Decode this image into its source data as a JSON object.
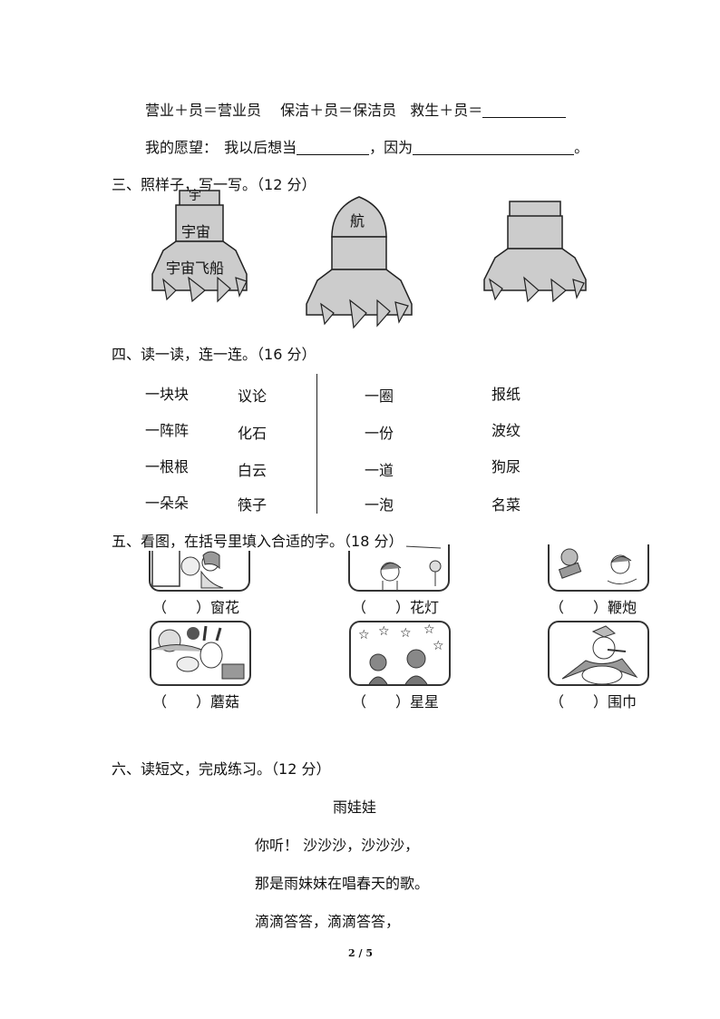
{
  "part2": {
    "line1": {
      "a": "营业＋员＝营业员",
      "b": "保洁＋员＝保洁员",
      "c": "救生＋员＝"
    },
    "line2": {
      "prefix": "我的愿望：",
      "text1": "我以后想当",
      "text2": "，因为",
      "end": "。"
    }
  },
  "section3": {
    "title": "三、照样子，写一写。",
    "score": "（12 分）",
    "rocket1": {
      "top": "宇",
      "mid": "宇宙",
      "bottom": "宇宙飞船"
    },
    "rocket2": {
      "top": "航"
    }
  },
  "section4": {
    "title": "四、读一读，连一连。",
    "score": "（16 分）",
    "col1": [
      "一块块",
      "一阵阵",
      "一根根",
      "一朵朵"
    ],
    "col2": [
      "议论",
      "化石",
      "白云",
      "筷子"
    ],
    "col3": [
      "一圈",
      "一份",
      "一道",
      "一泡"
    ],
    "col4": [
      "报纸",
      "波纹",
      "狗尿",
      "名菜"
    ]
  },
  "section5": {
    "title": "五、看图，在括号里填入合适的字。",
    "score": "（18 分）",
    "items": [
      {
        "paren": "（　　）",
        "word": "窗花"
      },
      {
        "paren": "（　　）",
        "word": "花灯"
      },
      {
        "paren": "（　　）",
        "word": "鞭炮"
      },
      {
        "paren": "（　　）",
        "word": "蘑菇"
      },
      {
        "paren": "（　　）",
        "word": "星星"
      },
      {
        "paren": "（　　）",
        "word": "围巾"
      }
    ]
  },
  "section6": {
    "title": "六、读短文，完成练习。",
    "score": "（12 分）",
    "poem_title": "雨娃娃",
    "lines": [
      "你听！ 沙沙沙，沙沙沙，",
      "那是雨妹妹在唱春天的歌。",
      "滴滴答答，滴滴答答，"
    ]
  },
  "footer": {
    "page": "2 / 5"
  }
}
